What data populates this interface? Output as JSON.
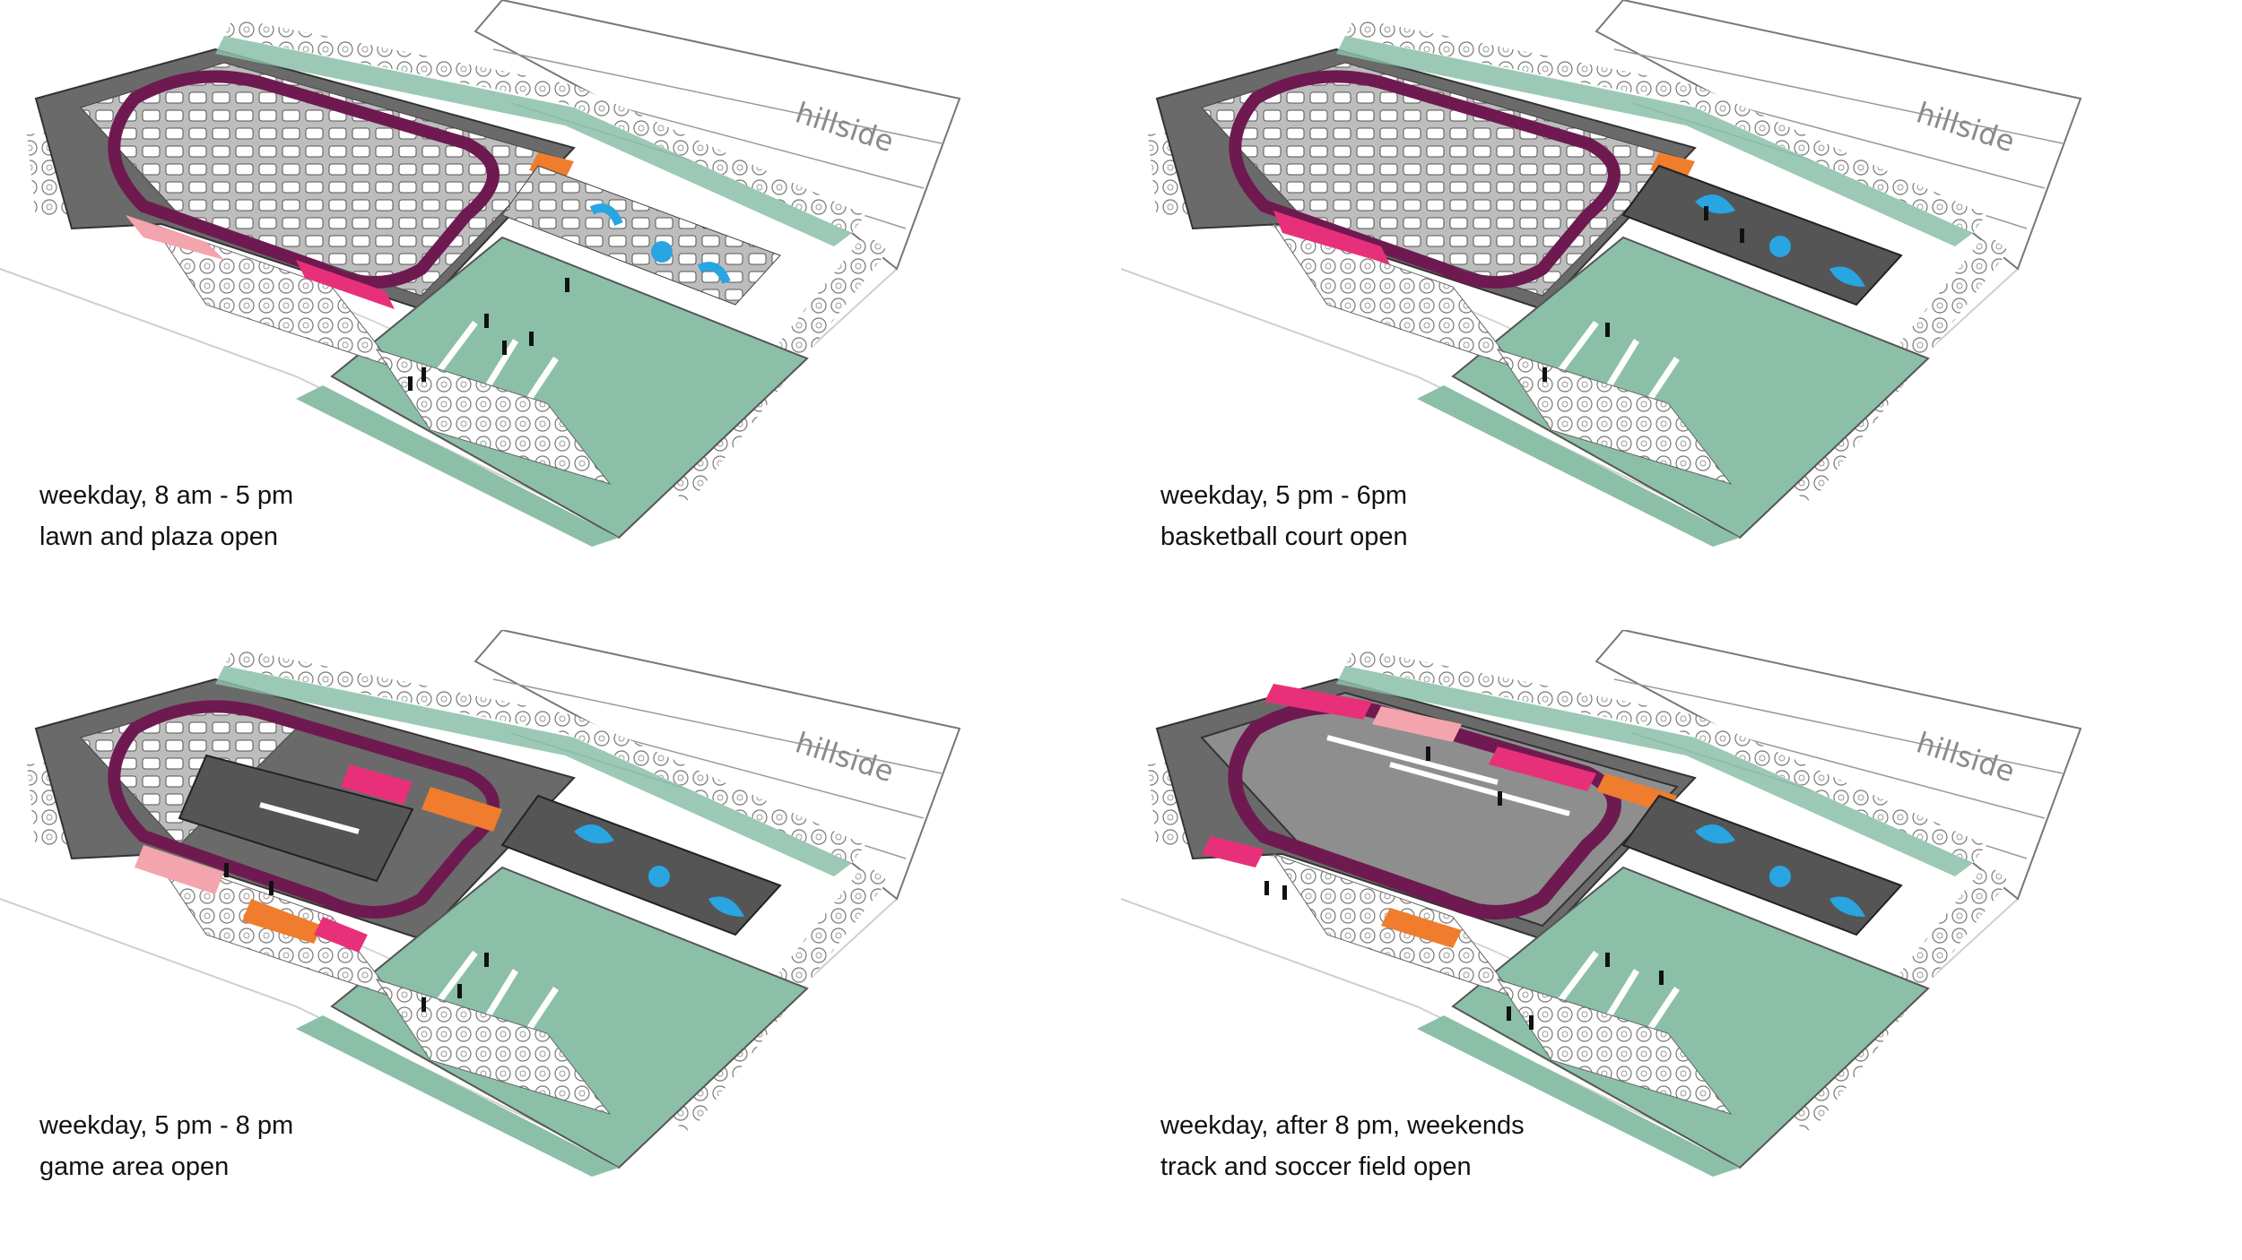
{
  "building_label": "hillside",
  "colors": {
    "green": "#8bbfa8",
    "dark_gray": "#555555",
    "mid_gray": "#8e8e8e",
    "purple": "#6e1a50",
    "blue": "#29a5e2",
    "pink": "#e8307a",
    "light_pink": "#f4a4ac",
    "orange": "#ef7d2d"
  },
  "panels": [
    {
      "line1": "weekday, 8 am - 5 pm",
      "line2": "lawn and plaza open",
      "open_zone": "lawn"
    },
    {
      "line1": "weekday, 5 pm - 6pm",
      "line2": "basketball court open",
      "open_zone": "court"
    },
    {
      "line1": "weekday, 5 pm - 8 pm",
      "line2": "game area open",
      "open_zone": "games"
    },
    {
      "line1": "weekday, after 8 pm, weekends",
      "line2": "track and soccer field open",
      "open_zone": "track"
    }
  ]
}
